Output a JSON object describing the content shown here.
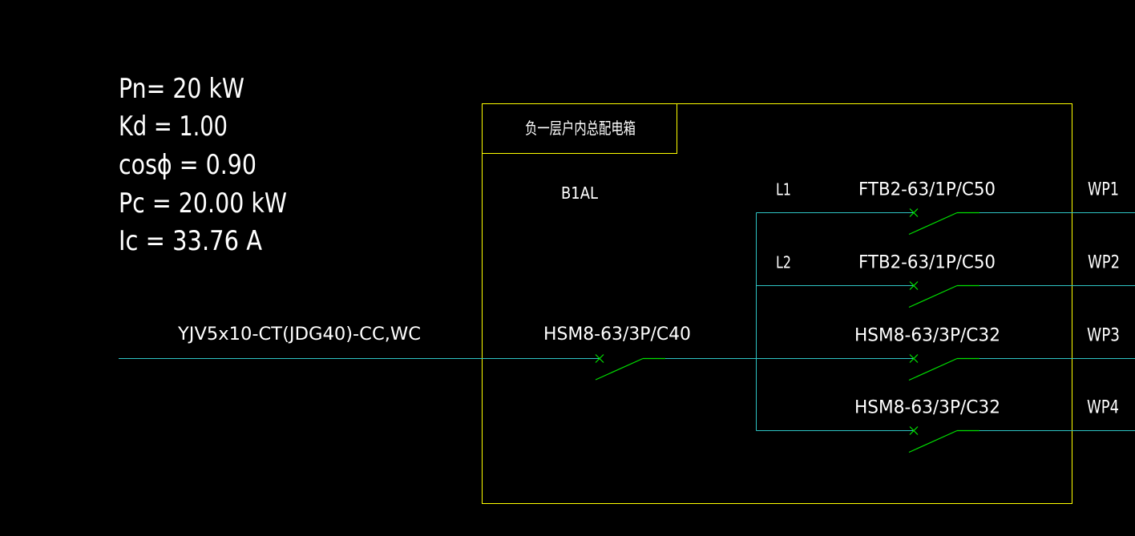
{
  "load_parameters": [
    "Pn= 20 kW",
    "Kd = 1.00",
    "cosϕ = 0.90",
    "Pc = 20.00 kW",
    "Ic = 33.76 A"
  ],
  "incoming": {
    "cable": "YJV5x10-CT(JDG40)-CC,WC",
    "main_breaker": "HSM8-63/3P/C40"
  },
  "panel": {
    "title": "负一层户内总配电箱",
    "id": "B1AL"
  },
  "circuits": [
    {
      "phase": "L1",
      "breaker": "FTB2-63/1P/C50",
      "circuit": "WP1"
    },
    {
      "phase": "L2",
      "breaker": "FTB2-63/1P/C50",
      "circuit": "WP2"
    },
    {
      "breaker": "HSM8-63/3P/C32",
      "circuit": "WP3"
    },
    {
      "breaker": "HSM8-63/3P/C32",
      "circuit": "WP4"
    }
  ],
  "colors": {
    "background": "#000000",
    "panel_outline": "#ffff00",
    "wiring": "#2ec4c4",
    "breaker_symbol": "#00e000",
    "text": "#ffffff"
  }
}
